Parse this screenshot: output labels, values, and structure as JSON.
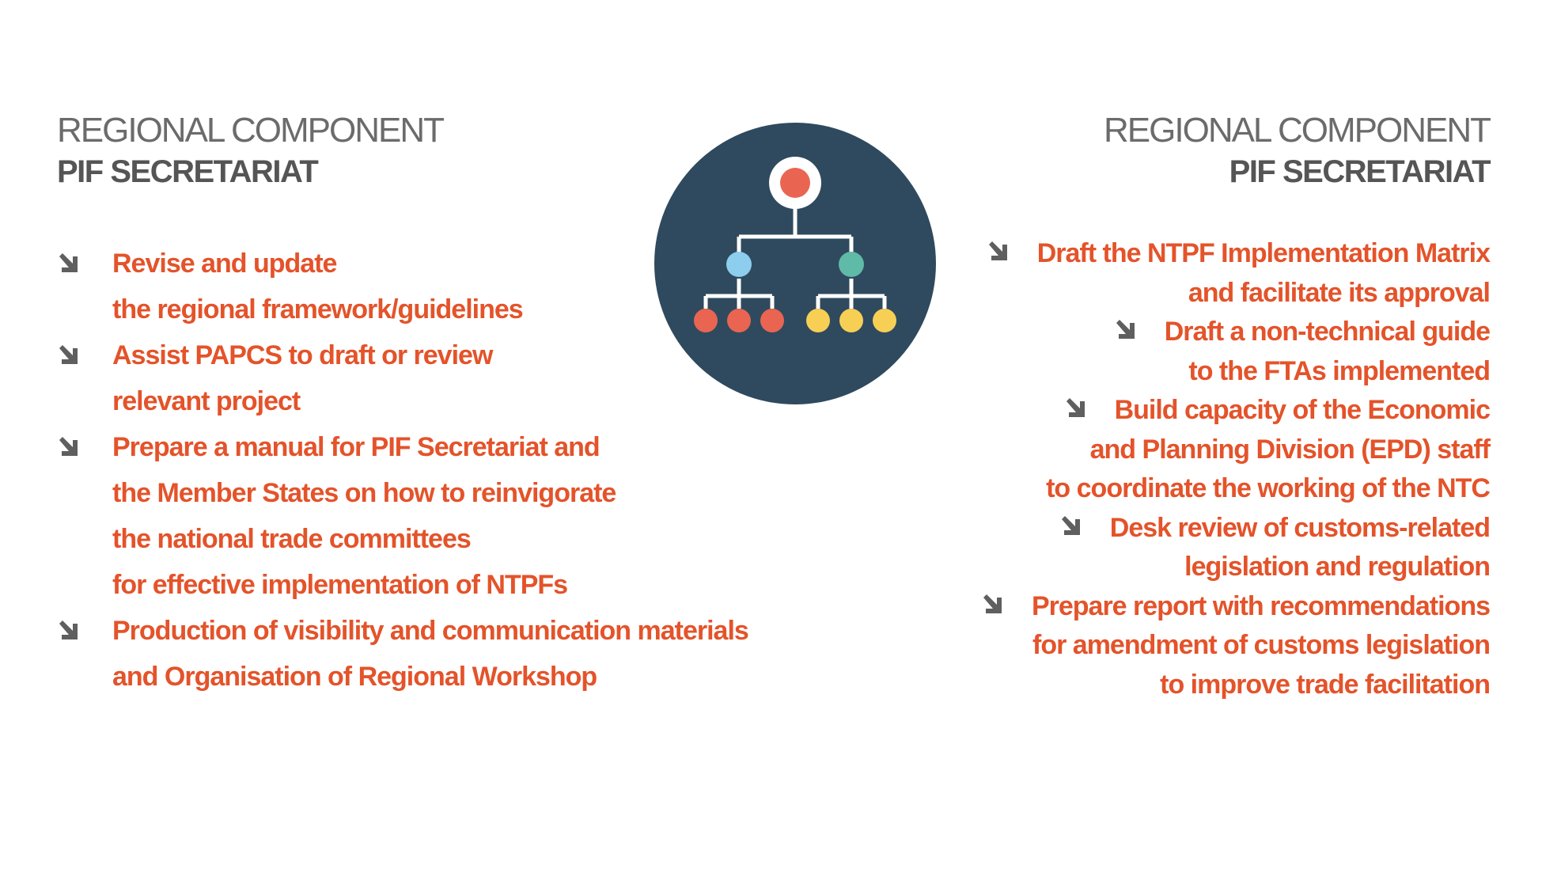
{
  "colors": {
    "accent": "#e4532a",
    "heading_gray": "#6b6b6b",
    "heading_bold_gray": "#555555",
    "circle_bg": "#2f4a5e",
    "node_red": "#e96552",
    "node_blue": "#8dcdee",
    "node_teal": "#5fbaa7",
    "node_yellow": "#f8cf55",
    "connector_white": "#ffffff",
    "arrow_gray": "#5f5f5f"
  },
  "left_panel": {
    "heading_light": "REGIONAL COMPONENT",
    "heading_bold": "PIF SECRETARIAT",
    "tasks": [
      {
        "lines": [
          "Revise and update",
          "the regional framework/guidelines"
        ]
      },
      {
        "lines": [
          "Assist PAPCS to draft or review",
          "relevant project"
        ]
      },
      {
        "lines": [
          "Prepare a manual for PIF Secretariat and",
          "the Member States on how to reinvigorate",
          "the national trade committees",
          "for effective implementation of NTPFs"
        ]
      },
      {
        "lines": [
          "Production of visibility and communication materials",
          "and Organisation of Regional Workshop"
        ]
      }
    ]
  },
  "right_panel": {
    "heading_light": "REGIONAL COMPONENT",
    "heading_bold": "PIF SECRETARIAT",
    "tasks": [
      {
        "lines": [
          "Draft the NTPF Implementation Matrix",
          "and facilitate its approval"
        ]
      },
      {
        "lines": [
          "Draft a non-technical guide",
          "to the FTAs implemented"
        ]
      },
      {
        "lines": [
          "Build capacity of the Economic",
          "and Planning Division (EPD) staff",
          "to coordinate the working of the NTC"
        ]
      },
      {
        "lines": [
          "Desk review of customs-related",
          "legislation and regulation"
        ]
      },
      {
        "lines": [
          "Prepare report with recommendations",
          "for amendment of customs legislation",
          "to improve trade facilitation"
        ]
      }
    ]
  },
  "center_icon": {
    "name": "org-chart-icon"
  }
}
